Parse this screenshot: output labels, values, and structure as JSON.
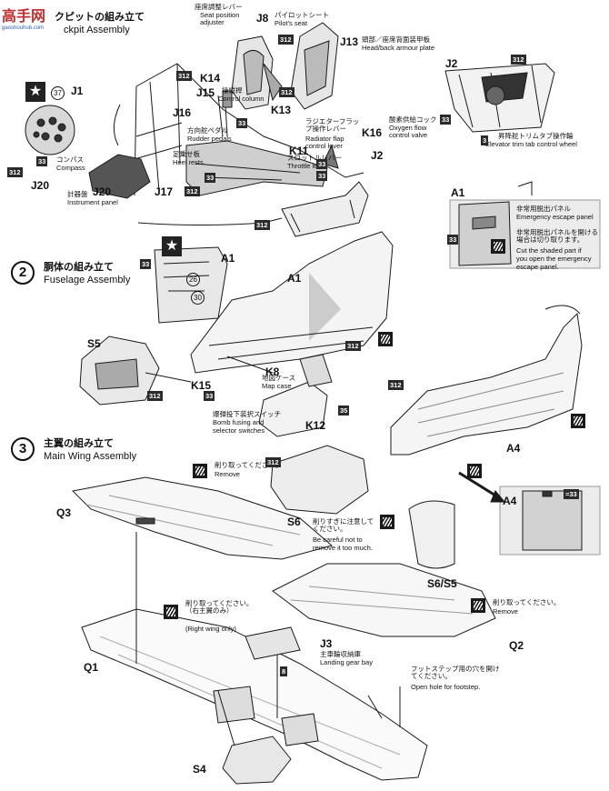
{
  "watermark": {
    "cn": "高手网",
    "url": "gaoshouhub.com"
  },
  "sections": {
    "s1": {
      "jp": "クピットの組み立て",
      "en": "ckpit Assembly"
    },
    "s2": {
      "num": "2",
      "jp": "胴体の組み立て",
      "en": "Fuselage Assembly"
    },
    "s3": {
      "num": "3",
      "jp": "主翼の組み立て",
      "en": "Main Wing Assembly"
    }
  },
  "parts": {
    "j1": "J1",
    "j8": "J8",
    "j13": "J13",
    "j14": "K14",
    "j15": "J15",
    "j16": "J16",
    "k13": "K13",
    "k11": "K11",
    "k16": "K16",
    "j2a": "J2",
    "j2b": "J2",
    "j20a": "J20",
    "j20b": "J20",
    "j17": "J17",
    "a1a": "A1",
    "a1b": "A1",
    "a1c": "A1",
    "s5": "S5",
    "k8": "K8",
    "k15": "K15",
    "k12": "K12",
    "a4a": "A4",
    "a4b": "A4",
    "q3": "Q3",
    "s6": "S6",
    "s6s5": "S6/S5",
    "q2": "Q2",
    "q1": "Q1",
    "j3": "J3",
    "s4": "S4"
  },
  "notes": {
    "seat_lever_jp": "座席調整レバー",
    "seat_lever_en": "Seat position adjuster",
    "pilot_seat_jp": "パイロットシート",
    "pilot_seat_en": "Pilot's seat",
    "head_jp": "頭部／座席背面装甲板",
    "head_en": "Head/back armour plate",
    "control_col_jp": "操縦桿",
    "control_col_en": "Control column",
    "rudder_jp": "方向舵ペダル",
    "rudder_en": "Rudder pedals",
    "heel_jp": "足乗せ板",
    "heel_en": "Heel rests",
    "radiator_jp": "ラジエターフラップ操作レバー",
    "radiator_en": "Radiator flap control lever",
    "oxygen_jp": "酸素供給コック",
    "oxygen_en": "Oxygen flow control valve",
    "throttle_jp": "スロットルレバー",
    "throttle_en": "Throttle lever",
    "compass_jp": "コンパス",
    "compass_en": "Compass",
    "instrument_jp": "計器盤",
    "instrument_en": "Instrument panel",
    "elevator_jp": "昇降舵トリムタブ操作輪",
    "elevator_en": "Elevator trim tab control wheel",
    "emerg_jp": "非常用脱出パネル",
    "emerg_en": "Emergency escape panel",
    "cut_jp": "非常用脱出パネルを開ける場合は切り取ります。",
    "cut_en1": "Cut the shaded part if",
    "cut_en2": "you open the emergency",
    "cut_en3": "escape panel.",
    "map_jp": "地図ケース",
    "map_en": "Map case",
    "bomb_jp": "爆弾投下装択スイッチ",
    "bomb_en1": "Bomb fusing and",
    "bomb_en2": "selector switches",
    "remove_jp": "削り取ってください。",
    "remove_en": "Remove",
    "careful_jp": "削りすぎに注意してください。",
    "careful_en1": "Be careful not to",
    "careful_en2": "remove it too much.",
    "right_jp": "削り取ってください。（右主翼のみ）",
    "right_en": "(Right wing only)",
    "remove2_jp": "削り取ってください。",
    "remove2_en": "Remove",
    "gear_jp": "主車輪収納庫",
    "gear_en": "Landing gear bay",
    "foot_jp": "フットステップ用の穴を開けてください。",
    "foot_en": "Open hole for footstep."
  },
  "refs": {
    "r312": "312",
    "r33": "33",
    "r3": "3",
    "r8": "8",
    "r37": "37",
    "r26": "26",
    "r30": "30",
    "r35": "35",
    "eq33": "=33"
  }
}
